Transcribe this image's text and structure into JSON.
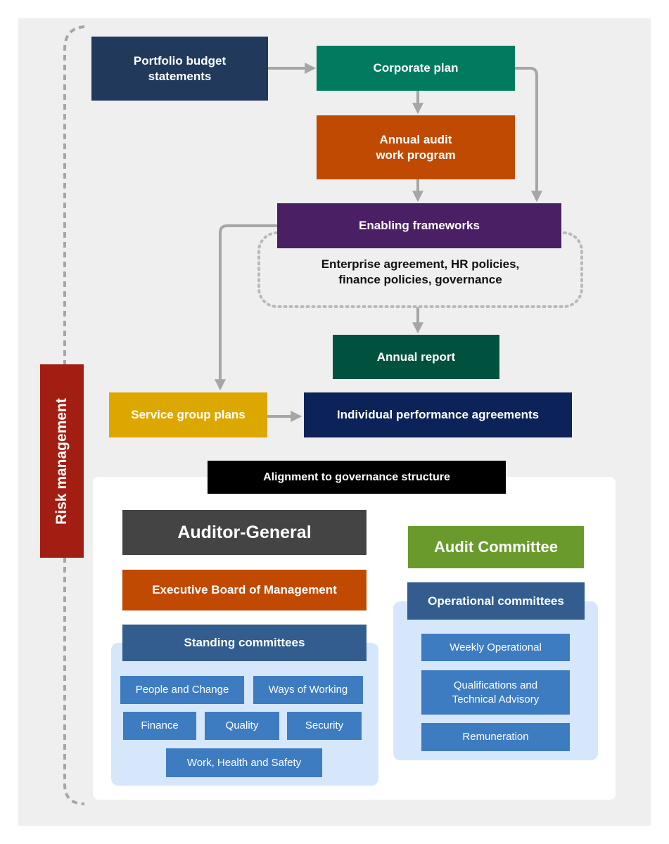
{
  "colors": {
    "background": "#efefef",
    "connector": "#a6a6a6",
    "navy": "#213a5c",
    "green": "#007b5f",
    "orange": "#c04a02",
    "purple": "#4a1f63",
    "dark_green": "#00523f",
    "gold": "#dca800",
    "deep_navy": "#0b2358",
    "red": "#a21e12",
    "grey": "#444444",
    "olive_green": "#6a9a2c",
    "steel_blue": "#325d8e",
    "light_blue_panel": "#d6e7fb",
    "small_box": "#3e7cc2"
  },
  "flow": {
    "portfolio_budget_statements": "Portfolio budget\nstatements",
    "corporate_plan": "Corporate plan",
    "annual_audit_work_program": "Annual audit\nwork program",
    "enabling_frameworks": "Enabling frameworks",
    "enabling_frameworks_detail": "Enterprise agreement, HR policies,\nfinance policies, governance",
    "annual_report": "Annual report",
    "service_group_plans": "Service group plans",
    "individual_performance_agreements": "Individual performance agreements"
  },
  "side": {
    "risk_management": "Risk management"
  },
  "governance": {
    "heading": "Alignment to governance structure",
    "auditor_general": "Auditor-General",
    "executive_board": "Executive Board of Management",
    "standing_committees": {
      "title": "Standing committees",
      "items": [
        "People and Change",
        "Ways of Working",
        "Finance",
        "Quality",
        "Security",
        "Work, Health and Safety"
      ]
    },
    "audit_committee": "Audit Committee",
    "operational_committees": {
      "title": "Operational committees",
      "items": [
        "Weekly Operational",
        "Qualifications and\nTechnical Advisory",
        "Remuneration"
      ]
    }
  }
}
